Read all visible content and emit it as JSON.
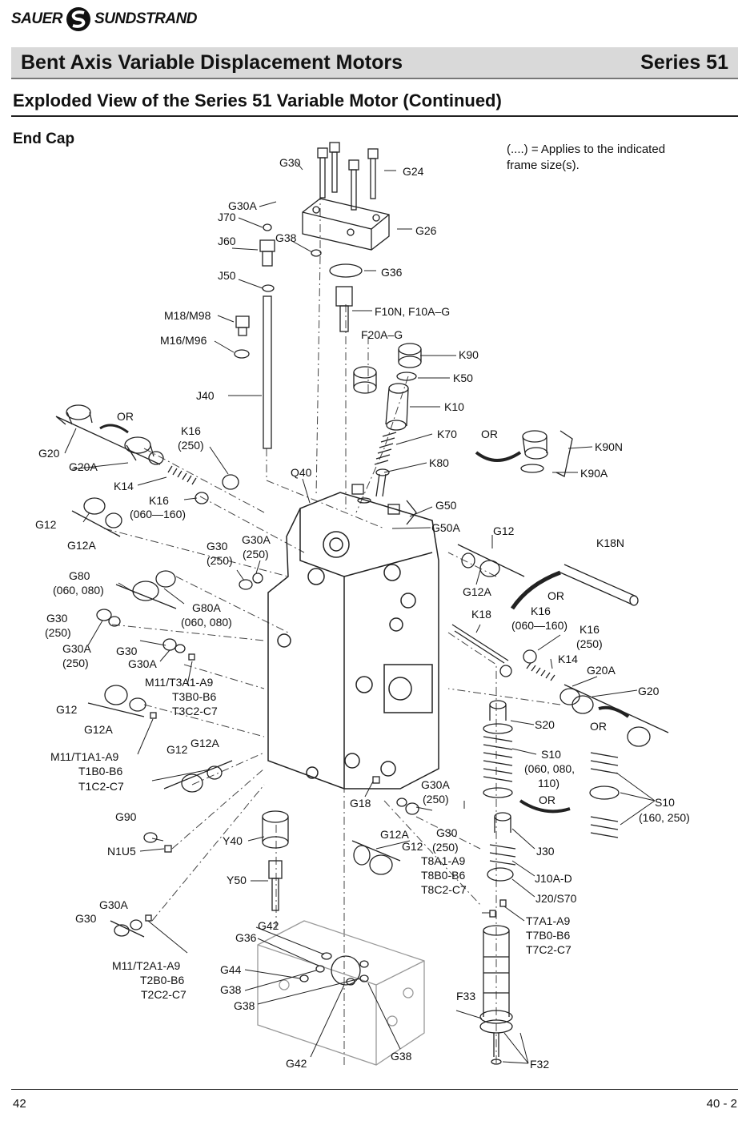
{
  "brand": {
    "left": "SAUER",
    "right": "SUNDSTRAND"
  },
  "header": {
    "title": "Bent Axis Variable Displacement Motors",
    "series": "Series 51"
  },
  "page_title": "Exploded View of the Series 51 Variable Motor (Continued)",
  "section_title": "End Cap",
  "note": {
    "line1": "(....) = Applies to the indicated",
    "line2": "frame size(s)."
  },
  "footer": {
    "page_left": "42",
    "page_right": "40 - 2"
  },
  "labels": {
    "G30_top": "G30",
    "G24": "G24",
    "G30A_top": "G30A",
    "J70": "J70",
    "G26": "G26",
    "J60": "J60",
    "G38_top": "G38",
    "G36_top": "G36",
    "J50": "J50",
    "F10N": "F10N, F10A–G",
    "M18": "M18/M98",
    "M16": "M16/M96",
    "F20A": "F20A–G",
    "K90": "K90",
    "K50": "K50",
    "J40": "J40",
    "K10": "K10",
    "OR1": "OR",
    "G20_left": "G20",
    "G20A_left": "G20A",
    "K16_250a": "K16",
    "K16_250b": "(250)",
    "K70": "K70",
    "OR2": "OR",
    "K90N": "K90N",
    "K90A": "K90A",
    "K80": "K80",
    "Q40": "Q40",
    "K14_left": "K14",
    "K16_060a": "K16",
    "K16_060b": "(060—160)",
    "G50": "G50",
    "G12_left": "G12",
    "G50A": "G50A",
    "G12A_left": "G12A",
    "G12_right": "G12",
    "K18N": "K18N",
    "G30_250a": "G30",
    "G30_250b": "(250)",
    "G30A_250a": "G30A",
    "G30A_250b": "(250)",
    "G12A_right": "G12A",
    "OR3": "OR",
    "G80a": "G80",
    "G80b": "(060, 080)",
    "G80Aa": "G80A",
    "G80Ab": "(060, 080)",
    "K18": "K18",
    "K16_r_a": "K16",
    "K16_r_b": "(060—160)",
    "K16_r2_a": "K16",
    "K16_r2_b": "(250)",
    "G30_mid_a": "G30",
    "G30_mid_b": "(250)",
    "G30A_mid_a": "G30A",
    "G30A_mid_b": "(250)",
    "G30_c": "G30",
    "G30A_c": "G30A",
    "K14_right": "K14",
    "G20A_right": "G20A",
    "M11_T3_1": "M11/T3A1-A9",
    "M11_T3_2": "T3B0-B6",
    "M11_T3_3": "T3C2-C7",
    "G20_right": "G20",
    "G12_l2": "G12",
    "G12A_l2": "G12A",
    "OR4": "OR",
    "S20": "S20",
    "M11_T1_1": "M11/T1A1-A9",
    "M11_T1_2": "T1B0-B6",
    "M11_T1_3": "T1C2-C7",
    "G12_l3": "G12",
    "G12A_l3": "G12A",
    "S10a": "S10",
    "S10b": "(060, 080,",
    "S10c": "110)",
    "S10r_a": "S10",
    "S10r_b": "(160, 250)",
    "G30A_d1": "G30A",
    "G30A_d2": "(250)",
    "G18": "G18",
    "OR5": "OR",
    "G90": "G90",
    "G30_d1": "G30",
    "G30_d2": "(250)",
    "G12A_d": "G12A",
    "G12_d": "G12",
    "Y40": "Y40",
    "N1U5": "N1U5",
    "J30": "J30",
    "T8_1": "T8A1-A9",
    "T8_2": "T8B0-B6",
    "T8_3": "T8C2-C7",
    "J10A": "J10A-D",
    "Y50": "Y50",
    "J20": "J20/S70",
    "G30A_e": "G30A",
    "G30_e": "G30",
    "T7_1": "T7A1-A9",
    "T7_2": "T7B0-B6",
    "T7_3": "T7C2-C7",
    "G42_top": "G42",
    "G36_bot": "G36",
    "M11_T2_1": "M11/T2A1-A9",
    "M11_T2_2": "T2B0-B6",
    "M11_T2_3": "T2C2-C7",
    "G44": "G44",
    "G38_a": "G38",
    "G38_b": "G38",
    "F33": "F33",
    "G42_bot": "G42",
    "G38_bot": "G38",
    "F32": "F32"
  }
}
